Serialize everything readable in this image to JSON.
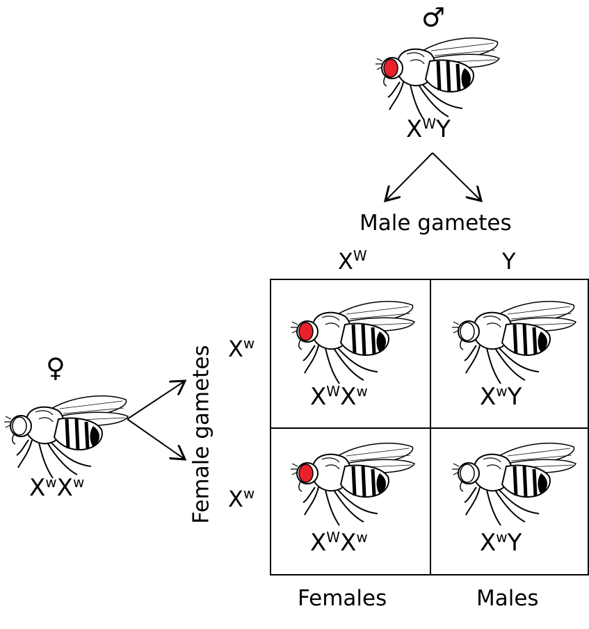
{
  "parent_male": {
    "symbol": "♂",
    "genotype": {
      "allele1_base": "X",
      "allele1_sup": "W",
      "allele2": "Y"
    },
    "eye_color": "#e8212b"
  },
  "parent_female": {
    "symbol": "♀",
    "genotype": {
      "allele1_base": "X",
      "allele1_sup": "w",
      "allele2_base": "X",
      "allele2_sup": "w"
    },
    "eye_color": "#ffffff"
  },
  "labels": {
    "male_gametes": "Male gametes",
    "female_gametes": "Female gametes",
    "females": "Females",
    "males": "Males"
  },
  "male_gametes": [
    {
      "base": "X",
      "sup": "W"
    },
    {
      "base": "Y",
      "sup": ""
    }
  ],
  "female_gametes": [
    {
      "base": "X",
      "sup": "w"
    },
    {
      "base": "X",
      "sup": "w"
    }
  ],
  "punnett": [
    [
      {
        "g1_base": "X",
        "g1_sup": "W",
        "g2_base": "X",
        "g2_sup": "w",
        "eye_color": "#e8212b"
      },
      {
        "g1_base": "X",
        "g1_sup": "w",
        "g2_base": "Y",
        "g2_sup": "",
        "eye_color": "#ffffff"
      }
    ],
    [
      {
        "g1_base": "X",
        "g1_sup": "W",
        "g2_base": "X",
        "g2_sup": "w",
        "eye_color": "#e8212b"
      },
      {
        "g1_base": "X",
        "g1_sup": "w",
        "g2_base": "Y",
        "g2_sup": "",
        "eye_color": "#ffffff"
      }
    ]
  ]
}
